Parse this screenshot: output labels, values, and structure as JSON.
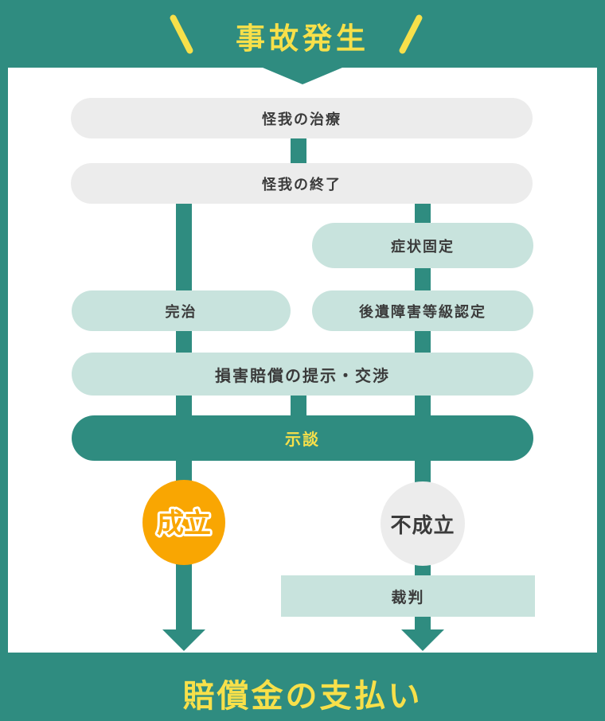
{
  "colors": {
    "teal": "#2f8c80",
    "light_teal": "#c8e3dd",
    "gray": "#ececec",
    "orange": "#f9a602",
    "yellow": "#f7e04a",
    "text_dark": "#3b3b3b",
    "panel_white": "#ffffff"
  },
  "header": {
    "title": "事故発生"
  },
  "footer": {
    "title": "賠償金の支払い"
  },
  "flow": {
    "treatment": "怪我の治療",
    "injury_end": "怪我の終了",
    "symptom_fixed": "症状固定",
    "full_recovery": "完治",
    "disability_grade": "後遺障害等級認定",
    "negotiation": "損害賠償の提示・交渉",
    "settlement": "示談",
    "established": "成立",
    "not_established": "不成立",
    "trial": "裁判"
  }
}
